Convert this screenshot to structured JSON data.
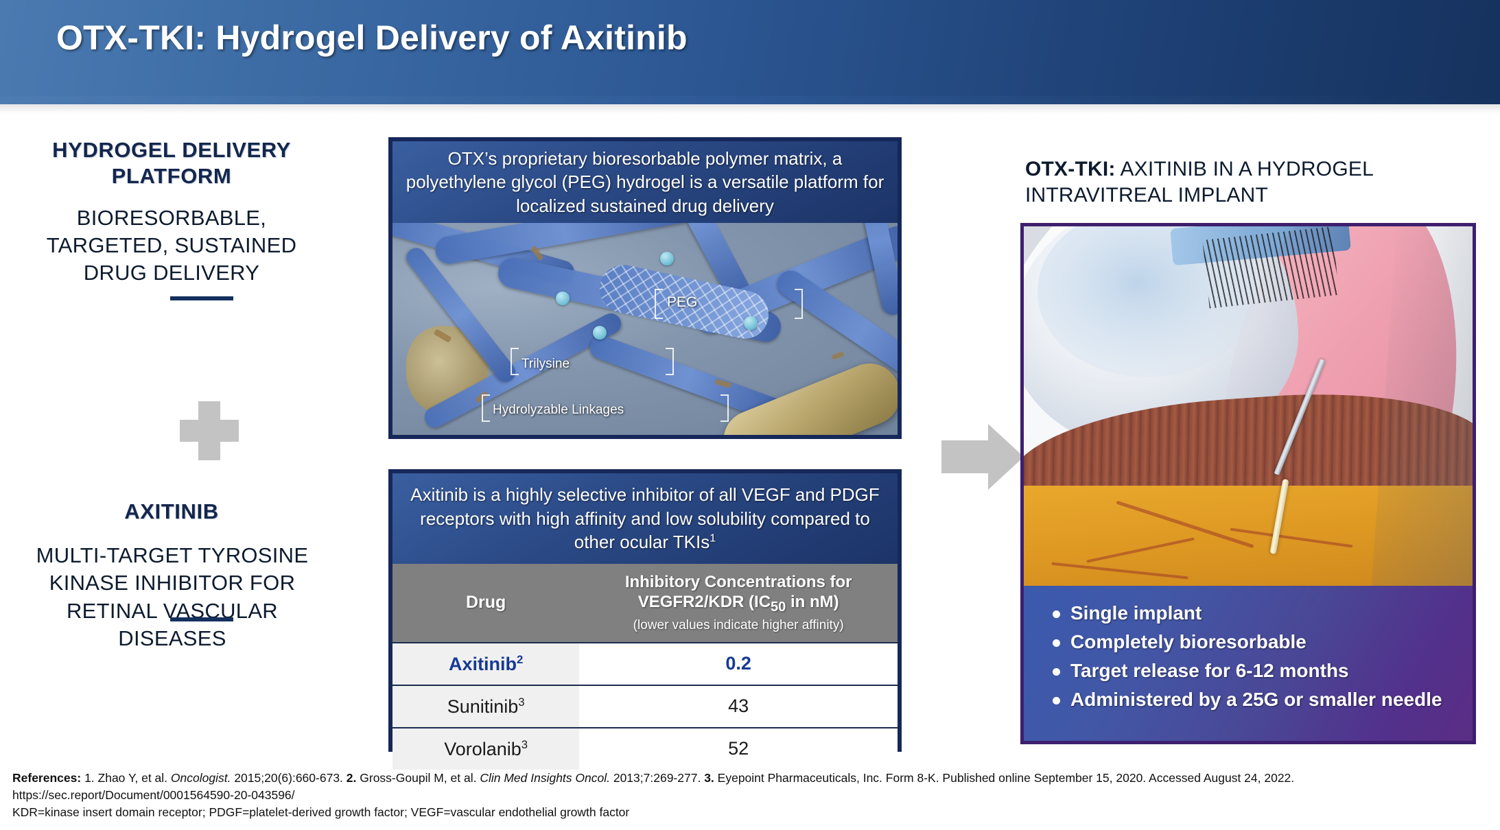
{
  "header": {
    "title": "OTX-TKI: Hydrogel Delivery of Axitinib"
  },
  "left": {
    "platform_heading": "HYDROGEL DELIVERY PLATFORM",
    "platform_sub": "BIORESORBABLE, TARGETED, SUSTAINED DRUG DELIVERY",
    "plus_icon": "plus-icon",
    "axitinib_heading": "AXITINIB",
    "axitinib_sub": "MULTI-TARGET TYROSINE KINASE INHIBITOR FOR RETINAL VASCULAR DISEASES"
  },
  "hydrogel_panel": {
    "caption": "OTX’s proprietary bioresorbable polymer matrix, a polyethylene glycol (PEG) hydrogel is a versatile platform for localized sustained drug delivery",
    "image_labels": {
      "peg": "PEG",
      "trilysine": "Trilysine",
      "hydrolyzable": "Hydrolyzable Linkages"
    }
  },
  "table_panel": {
    "caption": "Axitinib is a highly selective inhibitor of all VEGF and PDGF receptors with high affinity and low solubility compared to other ocular TKIs",
    "caption_superscript": "1",
    "columns": {
      "drug": "Drug",
      "ic50_line1": "Inhibitory Concentrations for",
      "ic50_line2_a": "VEGFR2/KDR (IC",
      "ic50_line2_sub": "50",
      "ic50_line2_b": " in nM)",
      "ic50_note": "(lower values indicate higher affinity)"
    },
    "rows": [
      {
        "drug": "Axitinib",
        "drug_sup": "2",
        "value": "0.2",
        "highlight": true
      },
      {
        "drug": "Sunitinib",
        "drug_sup": "3",
        "value": "43",
        "highlight": false
      },
      {
        "drug": "Vorolanib",
        "drug_sup": "3",
        "value": "52",
        "highlight": false
      }
    ]
  },
  "arrow": {
    "icon": "right-arrow-icon"
  },
  "right": {
    "heading_bold": "OTX-TKI:",
    "heading_rest": " AXITINIB IN A HYDROGEL INTRAVITREAL IMPLANT",
    "bullets": [
      "Single implant",
      "Completely bioresorbable",
      "Target release for 6-12 months",
      "Administered by a 25G or smaller needle"
    ]
  },
  "footer": {
    "label": "References:",
    "ref1_pre": " 1. Zhao Y, et al. ",
    "ref1_italic": "Oncologist.",
    "ref1_post": " 2015;20(6):660-673. ",
    "ref2_num": "2.",
    "ref2_pre": " Gross-Goupil M, et al. ",
    "ref2_italic": "Clin Med Insights Oncol.",
    "ref2_post": " 2013;7:269-277. ",
    "ref3_num": "3.",
    "ref3_text": " Eyepoint Pharmaceuticals, Inc. Form 8-K. Published online September 15, 2020. Accessed August 24, 2022.",
    "url": "https://sec.report/Document/0001564590-20-043596/",
    "abbreviations": "KDR=kinase insert domain receptor; PDGF=platelet-derived growth factor; VEGF=vascular endothelial growth factor"
  },
  "colors": {
    "header_dark": "#16325e",
    "header_light": "#4a7ab0",
    "navy": "#14264d",
    "panel_border": "#16285a",
    "table_header_gray": "#808080",
    "accent_blue": "#153a93",
    "gray_icon": "#c3c3c3",
    "bullet_panel_start": "#3b5aae",
    "bullet_panel_end": "#5a2d84",
    "eye_border": "#3d1f6e"
  }
}
